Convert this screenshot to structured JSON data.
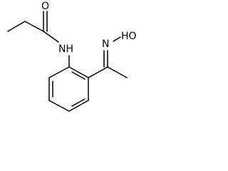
{
  "structure": {
    "atom_labels": {
      "carbonyl_oxygen": "O",
      "amide_nitrogen": "NH",
      "oxime_oxygen_hydroxyl": "OH",
      "oxime_oxygen_prefix": "HO",
      "oxime_nitrogen": "N"
    }
  },
  "colors": {
    "bond": "#000000",
    "label": "#000000",
    "background": "#ffffff"
  }
}
